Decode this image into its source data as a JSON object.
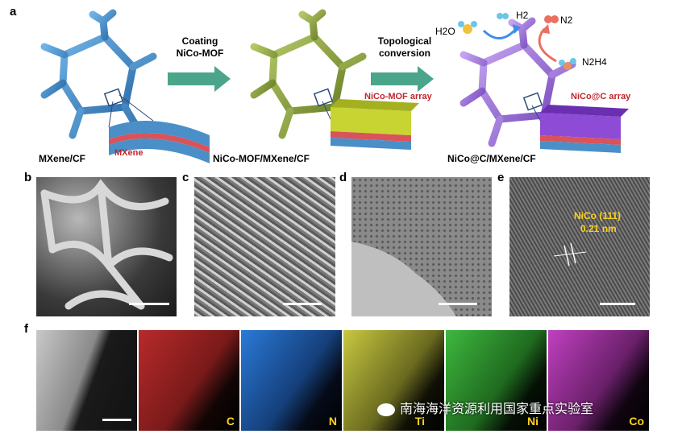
{
  "panel_labels": {
    "a": "a",
    "b": "b",
    "c": "c",
    "d": "d",
    "e": "e",
    "f": "f"
  },
  "schematic": {
    "step1_arrow": "Coating\nNiCo-MOF",
    "step2_arrow": "Topological\nconversion",
    "stage1_caption": "MXene/CF",
    "stage2_caption": "NiCo-MOF/MXene/CF",
    "stage3_caption": "NiCo@C/MXene/CF",
    "stage1_inset": "MXene",
    "stage2_inset": "NiCo-MOF array",
    "stage3_inset": "NiCo@C array",
    "h2o": "H2O",
    "h2": "H2",
    "n2": "N2",
    "n2h4": "N2H4"
  },
  "hrtem": {
    "phase": "NiCo (111)",
    "spacing": "0.21 nm"
  },
  "mapping": [
    "C",
    "N",
    "Ti",
    "Ni",
    "Co"
  ],
  "watermark": "南海海洋资源利用国家重点实验室",
  "colors": {
    "mxene": "#4a8fc8",
    "mof": "#8aa041",
    "nico": "#9b6fd0",
    "arrow": "#4ba58b",
    "c_map": "#e03a3a",
    "n_map": "#3a8fe8",
    "ti_map": "#e0e050",
    "ni_map": "#4ec94e",
    "co_map": "#d850d8"
  }
}
